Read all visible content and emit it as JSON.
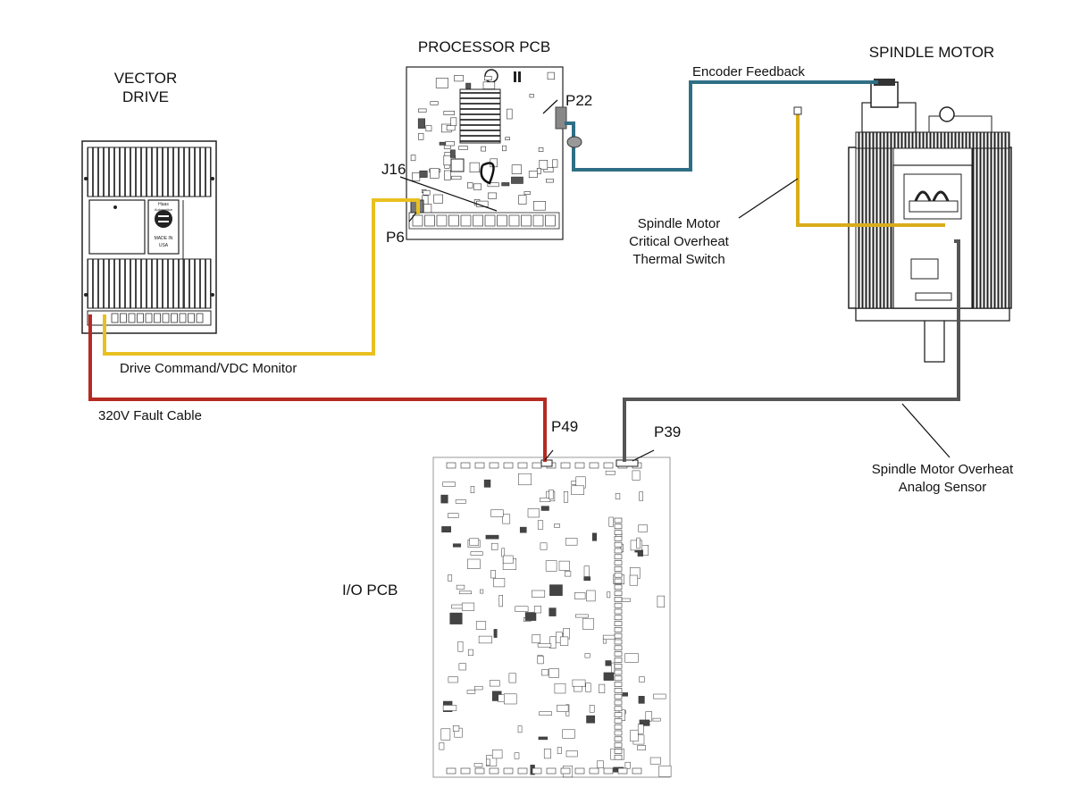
{
  "components": {
    "vector_drive": {
      "title_line1": "VECTOR",
      "title_line2": "DRIVE",
      "badge_line1": "Haas",
      "badge_line2": "Automation",
      "made_in_line1": "MADE IN",
      "made_in_line2": "USA"
    },
    "processor_pcb": {
      "title": "PROCESSOR PCB"
    },
    "spindle_motor": {
      "title": "SPINDLE MOTOR"
    },
    "io_pcb": {
      "title": "I/O PCB"
    }
  },
  "connectors": {
    "p22": "P22",
    "j16": "J16",
    "p6": "P6",
    "p49": "P49",
    "p39": "P39"
  },
  "cables": {
    "encoder": {
      "label": "Encoder Feedback",
      "color": "#2f6f86"
    },
    "drive_command": {
      "label": "Drive Command/VDC Monitor",
      "color": "#e8c020"
    },
    "fault_320v": {
      "label": "320V Fault Cable",
      "color": "#b52a22"
    },
    "overheat_sensor": {
      "color": "#555555"
    },
    "thermal_switch": {
      "color": "#d9ac1a"
    }
  },
  "callouts": {
    "thermal_switch": {
      "line1": "Spindle Motor",
      "line2": "Critical Overheat",
      "line3": "Thermal Switch"
    },
    "analog_sensor": {
      "line1": "Spindle Motor Overheat",
      "line2": "Analog Sensor"
    }
  }
}
